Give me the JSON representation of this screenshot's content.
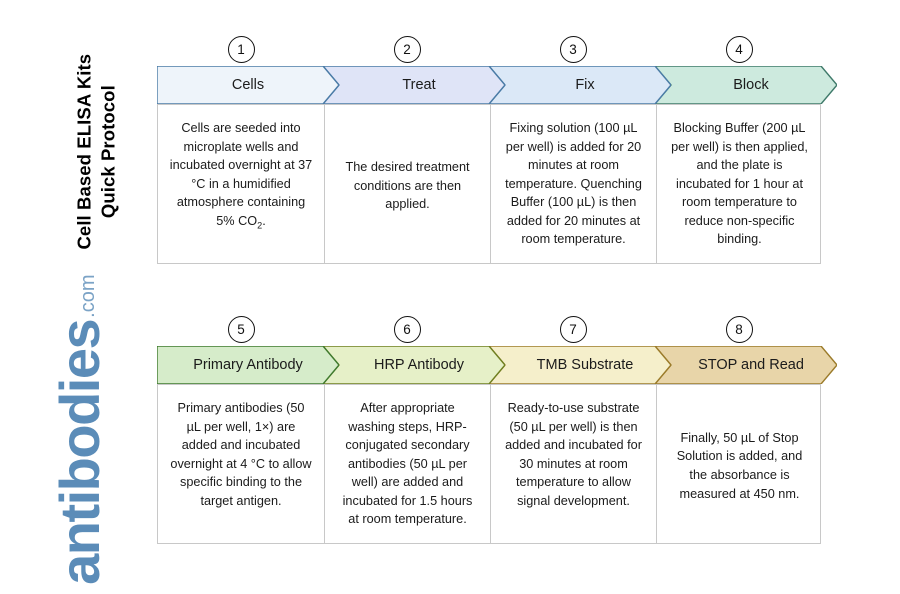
{
  "title": "Cell Based ELISA Kits\nQuick Protocol",
  "logo": {
    "name": "antibodies",
    "suffix": ".com",
    "color": "#5b8cb8"
  },
  "rows": [
    {
      "steps": [
        {
          "number": "1",
          "label": "Cells",
          "text": "Cells are seeded into microplate wells and incubated overnight at 37 °C in a humidified atmosphere containing 5% CO₂.",
          "fill": "#eef4fa",
          "stroke": "#4a7ba6",
          "align": "vtop"
        },
        {
          "number": "2",
          "label": "Treat",
          "text": "The desired treatment conditions are then applied.",
          "fill": "#dfe4f7",
          "stroke": "#4a7ba6",
          "align": "vmid"
        },
        {
          "number": "3",
          "label": "Fix",
          "text": "Fixing solution (100 µL per well) is added for 20 minutes at room temperature. Quenching Buffer (100 µL) is then added for 20 minutes at room temperature.",
          "fill": "#dbe8f7",
          "stroke": "#4a7ba6",
          "align": "vtop"
        },
        {
          "number": "4",
          "label": "Block",
          "text": "Blocking Buffer (200 µL per well) is then applied, and the plate is incubated for 1 hour at room temperature to reduce non-specific binding.",
          "fill": "#cdeade",
          "stroke": "#3f7a6a",
          "align": "vtop"
        }
      ]
    },
    {
      "steps": [
        {
          "number": "5",
          "label": "Primary Antibody",
          "text": "Primary antibodies (50 µL per well, 1×) are added and incubated overnight at 4 °C to allow specific binding to the target antigen.",
          "fill": "#d6ecca",
          "stroke": "#3f7a2e",
          "align": "vtop"
        },
        {
          "number": "6",
          "label": "HRP Antibody",
          "text": "After appropriate washing steps, HRP-conjugated secondary antibodies (50 µL per well) are added and incubated for 1.5 hours at room temperature.",
          "fill": "#e6f0c8",
          "stroke": "#6f7f20",
          "align": "vtop"
        },
        {
          "number": "7",
          "label": "TMB Substrate",
          "text": "Ready-to-use substrate (50 µL per well) is then added and incubated for 30 minutes at room temperature to allow signal development.",
          "fill": "#f5efcb",
          "stroke": "#9b7b2a",
          "align": "vtop"
        },
        {
          "number": "8",
          "label": "STOP and Read",
          "text": "Finally, 50 µL of Stop Solution is added, and the absorbance is measured at 450 nm.",
          "fill": "#e8d5a9",
          "stroke": "#9b7b2a",
          "align": "vmid"
        }
      ]
    }
  ]
}
